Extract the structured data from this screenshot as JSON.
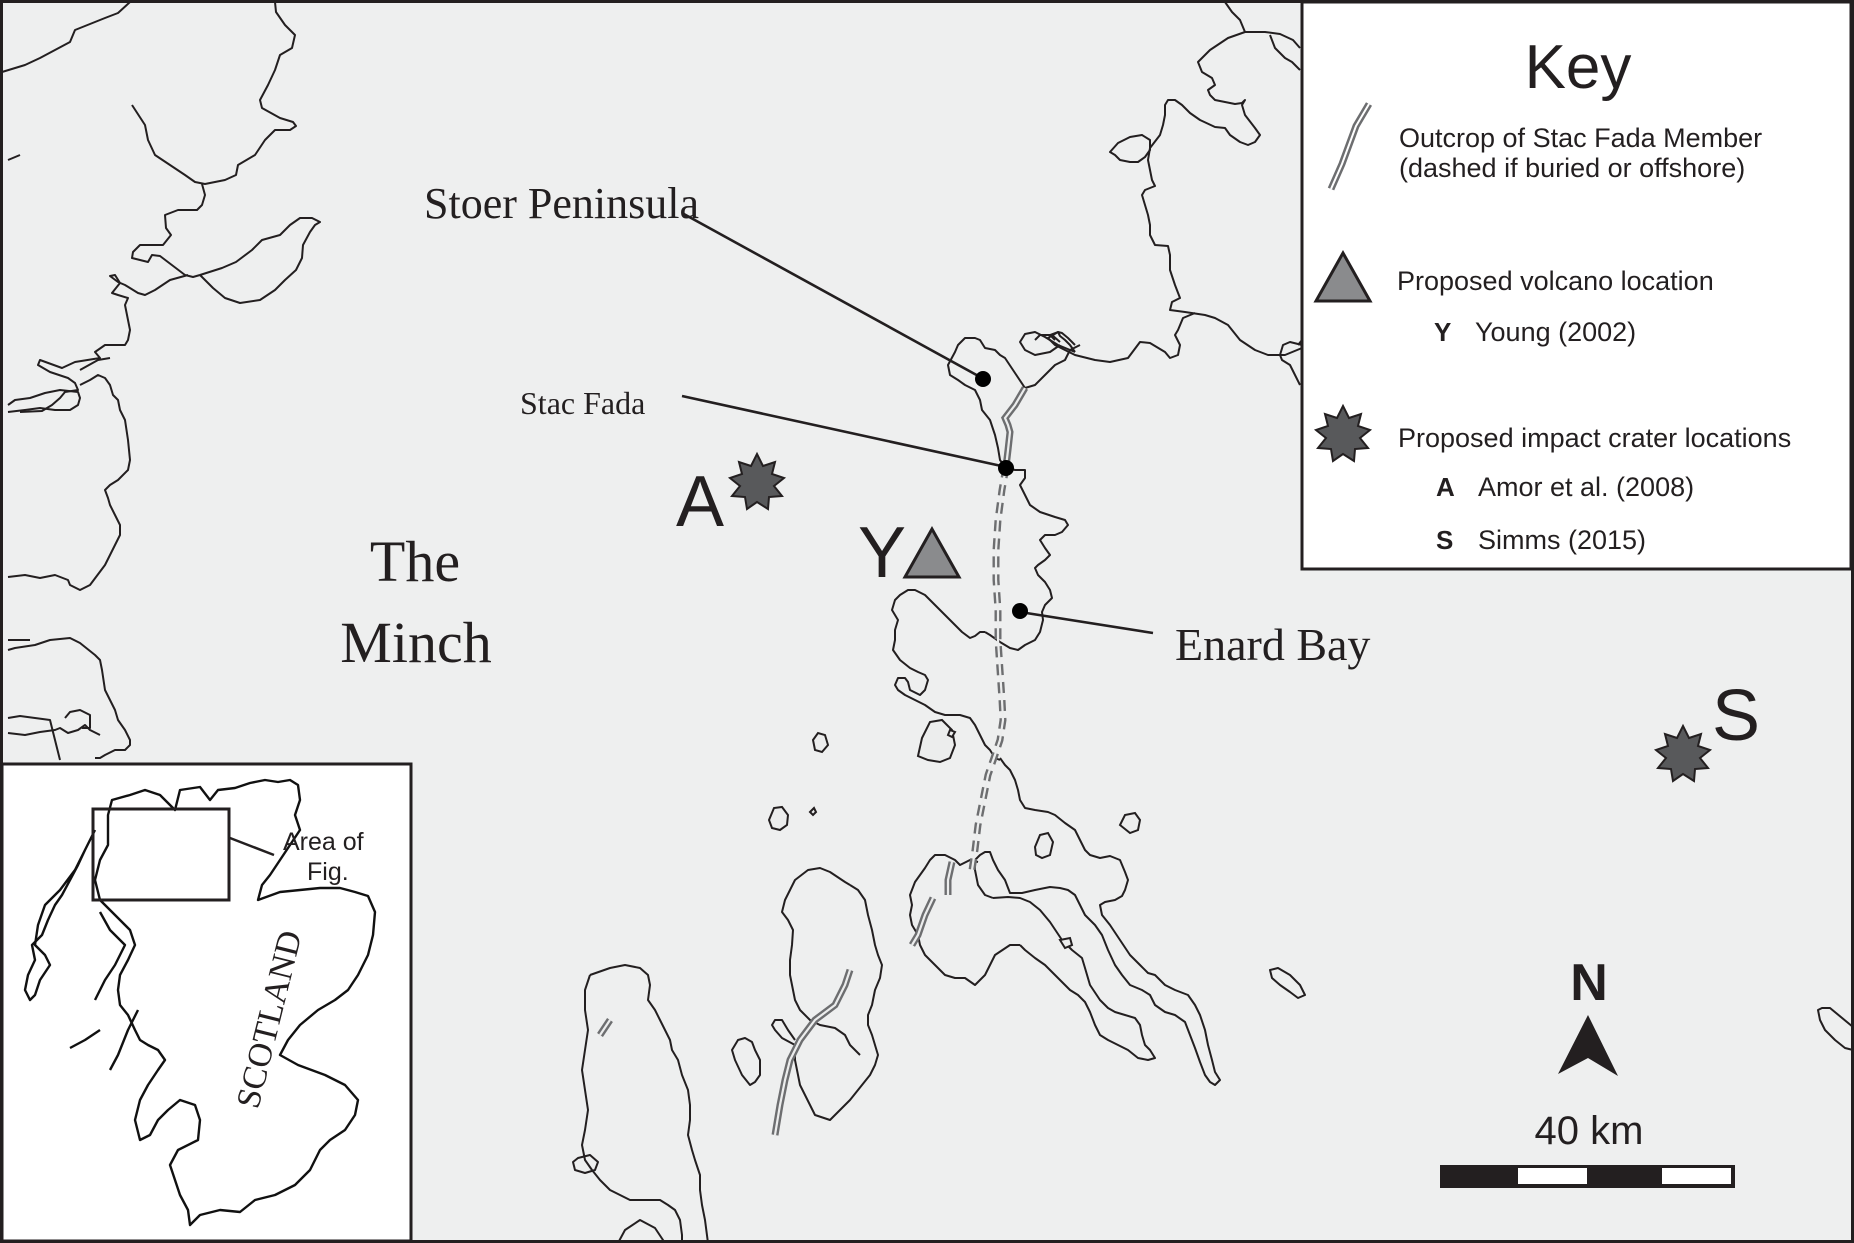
{
  "figure": {
    "background_color": "#eeefef",
    "land_fill": "#eceded",
    "outcrop_color": "#6d6e70",
    "crater_color": "#58595b",
    "volcano_color": "#8a8b8d"
  },
  "labels": {
    "sea_name_line1": "The",
    "sea_name_line2": "Minch",
    "stoer_peninsula": "Stoer Peninsula",
    "stac_fada": "Stac Fada",
    "enard_bay": "Enard Bay"
  },
  "markers": {
    "crater_a_letter": "A",
    "crater_s_letter": "S",
    "volcano_y_letter": "Y"
  },
  "key": {
    "title": "Key",
    "outcrop_line1": "Outcrop of Stac Fada Member",
    "outcrop_line2": "(dashed if buried or offshore)",
    "volcano_heading": "Proposed volcano location",
    "volcano_items": [
      {
        "code": "Y",
        "citation": "Young (2002)"
      }
    ],
    "crater_heading": "Proposed impact crater locations",
    "crater_items": [
      {
        "code": "A",
        "citation": "Amor et al. (2008)"
      },
      {
        "code": "S",
        "citation": "Simms (2015)"
      }
    ]
  },
  "north_arrow": {
    "label": "N"
  },
  "scale_bar": {
    "label": "40 km",
    "segments": 4
  },
  "inset": {
    "country_label": "SCOTLAND",
    "area_label_line1": "Area of",
    "area_label_line2": "Fig."
  }
}
